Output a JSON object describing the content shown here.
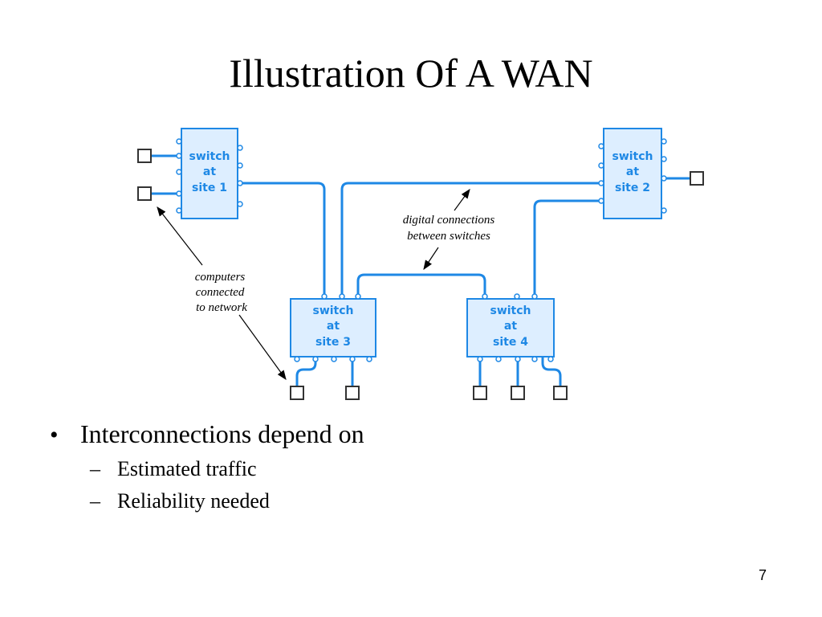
{
  "slide": {
    "title": "Illustration Of A WAN",
    "page_number": "7"
  },
  "diagram": {
    "colors": {
      "link": "#1e88e5",
      "box_fill": "#ddeeff",
      "computer": "#333333",
      "arrow": "#000000"
    },
    "switches": [
      {
        "id": "site1",
        "lines": [
          "switch",
          "at",
          "site 1"
        ]
      },
      {
        "id": "site2",
        "lines": [
          "switch",
          "at",
          "site 2"
        ]
      },
      {
        "id": "site3",
        "lines": [
          "switch",
          "at",
          "site 3"
        ]
      },
      {
        "id": "site4",
        "lines": [
          "switch",
          "at",
          "site 4"
        ]
      }
    ],
    "annotations": {
      "digital": [
        "digital connections",
        "between switches"
      ],
      "computers": [
        "computers",
        "connected",
        "to network"
      ]
    }
  },
  "bullets": {
    "main": "Interconnections depend on",
    "subs": [
      "Estimated traffic",
      "Reliability needed"
    ]
  }
}
